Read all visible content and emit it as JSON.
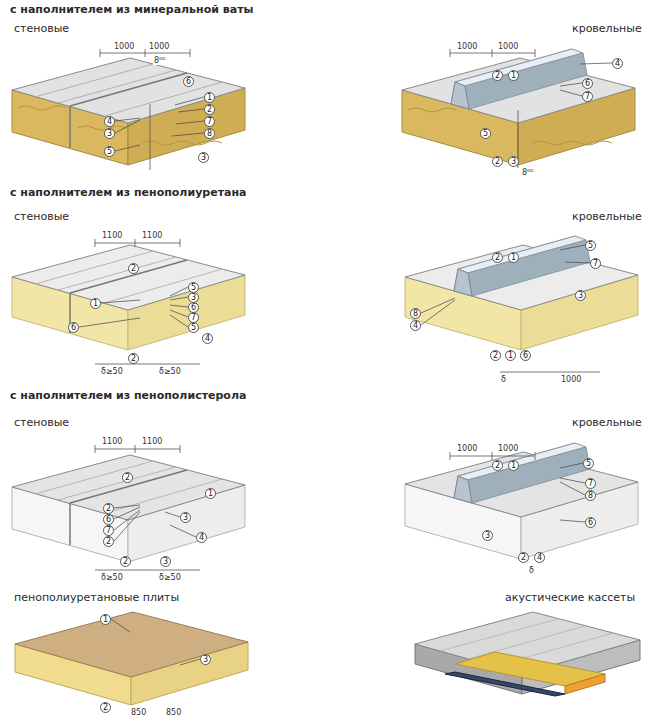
{
  "diagram": {
    "labels": [
      "с наполнителем из минеральной ваты",
      "стеновые",
      "кровельные",
      "1000",
      "1000",
      "8⁰⁰",
      "6",
      "1",
      "2",
      "7",
      "8",
      "4",
      "3",
      "5",
      "3",
      "1000",
      "1000",
      "4",
      "2",
      "1",
      "6",
      "7",
      "5",
      "2",
      "3",
      "8⁰⁰",
      "с наполнителем из пенополиуретана",
      "стеновые",
      "кровельные",
      "1100",
      "1100",
      "2",
      "5",
      "3",
      "6",
      "7",
      "5",
      "4",
      "1",
      "6",
      "2",
      "δ≥50",
      "δ≥50",
      "2",
      "1",
      "5",
      "7",
      "3",
      "8",
      "4",
      "2",
      "1",
      "6",
      "δ",
      "1000",
      "с наполнителем из пенополистерола",
      "стеновые",
      "кровельные",
      "1100",
      "1100",
      "2",
      "2",
      "6",
      "7",
      "2",
      "1",
      "3",
      "4",
      "2",
      "3",
      "δ≥50",
      "δ≥50",
      "1000",
      "1000",
      "5",
      "2",
      "1",
      "7",
      "8",
      "6",
      "3",
      "2",
      "4",
      "δ",
      "пенополиуретановые плиты",
      "акустические кассеты",
      "1",
      "3",
      "2",
      "850",
      "850"
    ]
  }
}
